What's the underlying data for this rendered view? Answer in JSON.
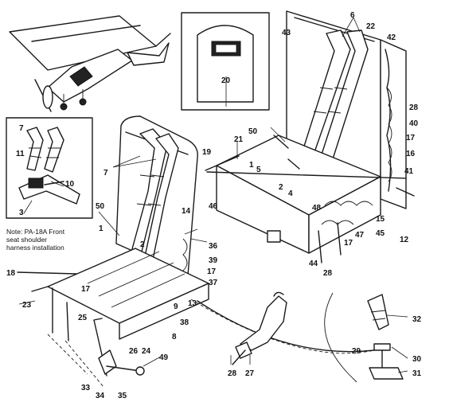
{
  "note_text": "Note:  PA-18A Front\n          seat shoulder\n          harness installation",
  "callouts": {
    "c1": "1",
    "c1b": "1",
    "c2": "2",
    "c2b": "2",
    "c3": "3",
    "c4": "4",
    "c5": "5",
    "c6": "6",
    "c7": "7",
    "c7b": "7",
    "c8": "8",
    "c9": "9",
    "c10": "10",
    "c11": "11",
    "c12": "12",
    "c13": "13",
    "c14": "14",
    "c15": "15",
    "c16": "16",
    "c17": "17",
    "c17b": "17",
    "c17c": "17",
    "c17d": "17",
    "c18": "18",
    "c19": "19",
    "c20": "20",
    "c21": "21",
    "c22": "22",
    "c23": "23",
    "c24": "24",
    "c25": "25",
    "c26": "26",
    "c27": "27",
    "c28": "28",
    "c28b": "28",
    "c28c": "28",
    "c29": "29",
    "c30": "30",
    "c31": "31",
    "c32": "32",
    "c33": "33",
    "c34": "34",
    "c35": "35",
    "c36": "36",
    "c37": "37",
    "c38": "38",
    "c39": "39",
    "c40": "40",
    "c41": "41",
    "c42": "42",
    "c43": "43",
    "c44": "44",
    "c45": "45",
    "c46": "46",
    "c47": "47",
    "c48": "48",
    "c49": "49",
    "c50": "50",
    "c50b": "50"
  }
}
